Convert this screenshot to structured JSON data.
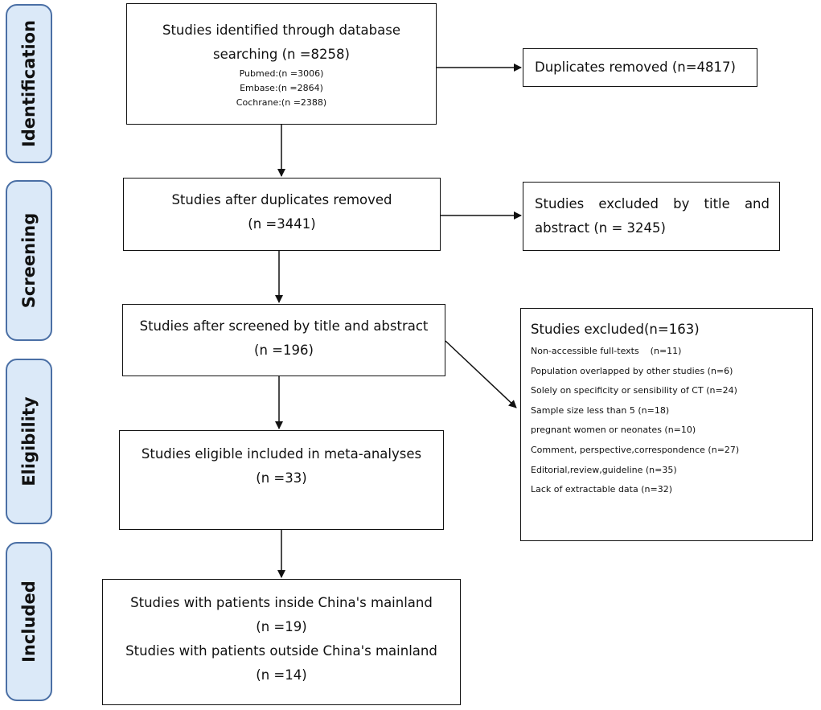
{
  "phases": {
    "identification": "Identification",
    "screening": "Screening",
    "eligibility": "Eligibility",
    "included": "Included"
  },
  "boxes": {
    "identified": {
      "line1": "Studies identified through database",
      "line2": "searching (n =8258)",
      "sources": [
        "Pubmed:(n =3006)",
        "Embase:(n =2864)",
        "Cochrane:(n =2388)"
      ]
    },
    "duplicates_removed": {
      "text": "Duplicates removed (n=4817)"
    },
    "after_duplicates": {
      "line1": "Studies after duplicates removed",
      "line2": "(n =3441)"
    },
    "excluded_title_abstract": {
      "line1": "Studies excluded by title and",
      "line2": "abstract (n = 3245)"
    },
    "after_screened": {
      "line1": "Studies after screened by title and abstract",
      "line2": "(n =196)"
    },
    "excluded": {
      "title": "Studies excluded(n=163)",
      "items": [
        "Non-accessible full-texts    (n=11)",
        "Population overlapped by other studies (n=6)",
        "Solely on specificity or sensibility of CT (n=24)",
        "Sample size less than 5 (n=18)",
        "pregnant women or neonates (n=10)",
        "Comment, perspective,correspondence (n=27)",
        "Editorial,review,guideline (n=35)",
        "Lack of extractable data (n=32)"
      ]
    },
    "eligible": {
      "line1": "Studies eligible included in meta-analyses",
      "line2": "(n =33)"
    },
    "included": {
      "line1": "Studies with patients inside China's mainland",
      "line2": "(n =19)",
      "line3": "Studies with patients outside China's mainland",
      "line4": "(n =14)"
    }
  },
  "colors": {
    "phase_fill": "#dbe9f8",
    "phase_border": "#4a6fa5",
    "line": "#111111"
  }
}
